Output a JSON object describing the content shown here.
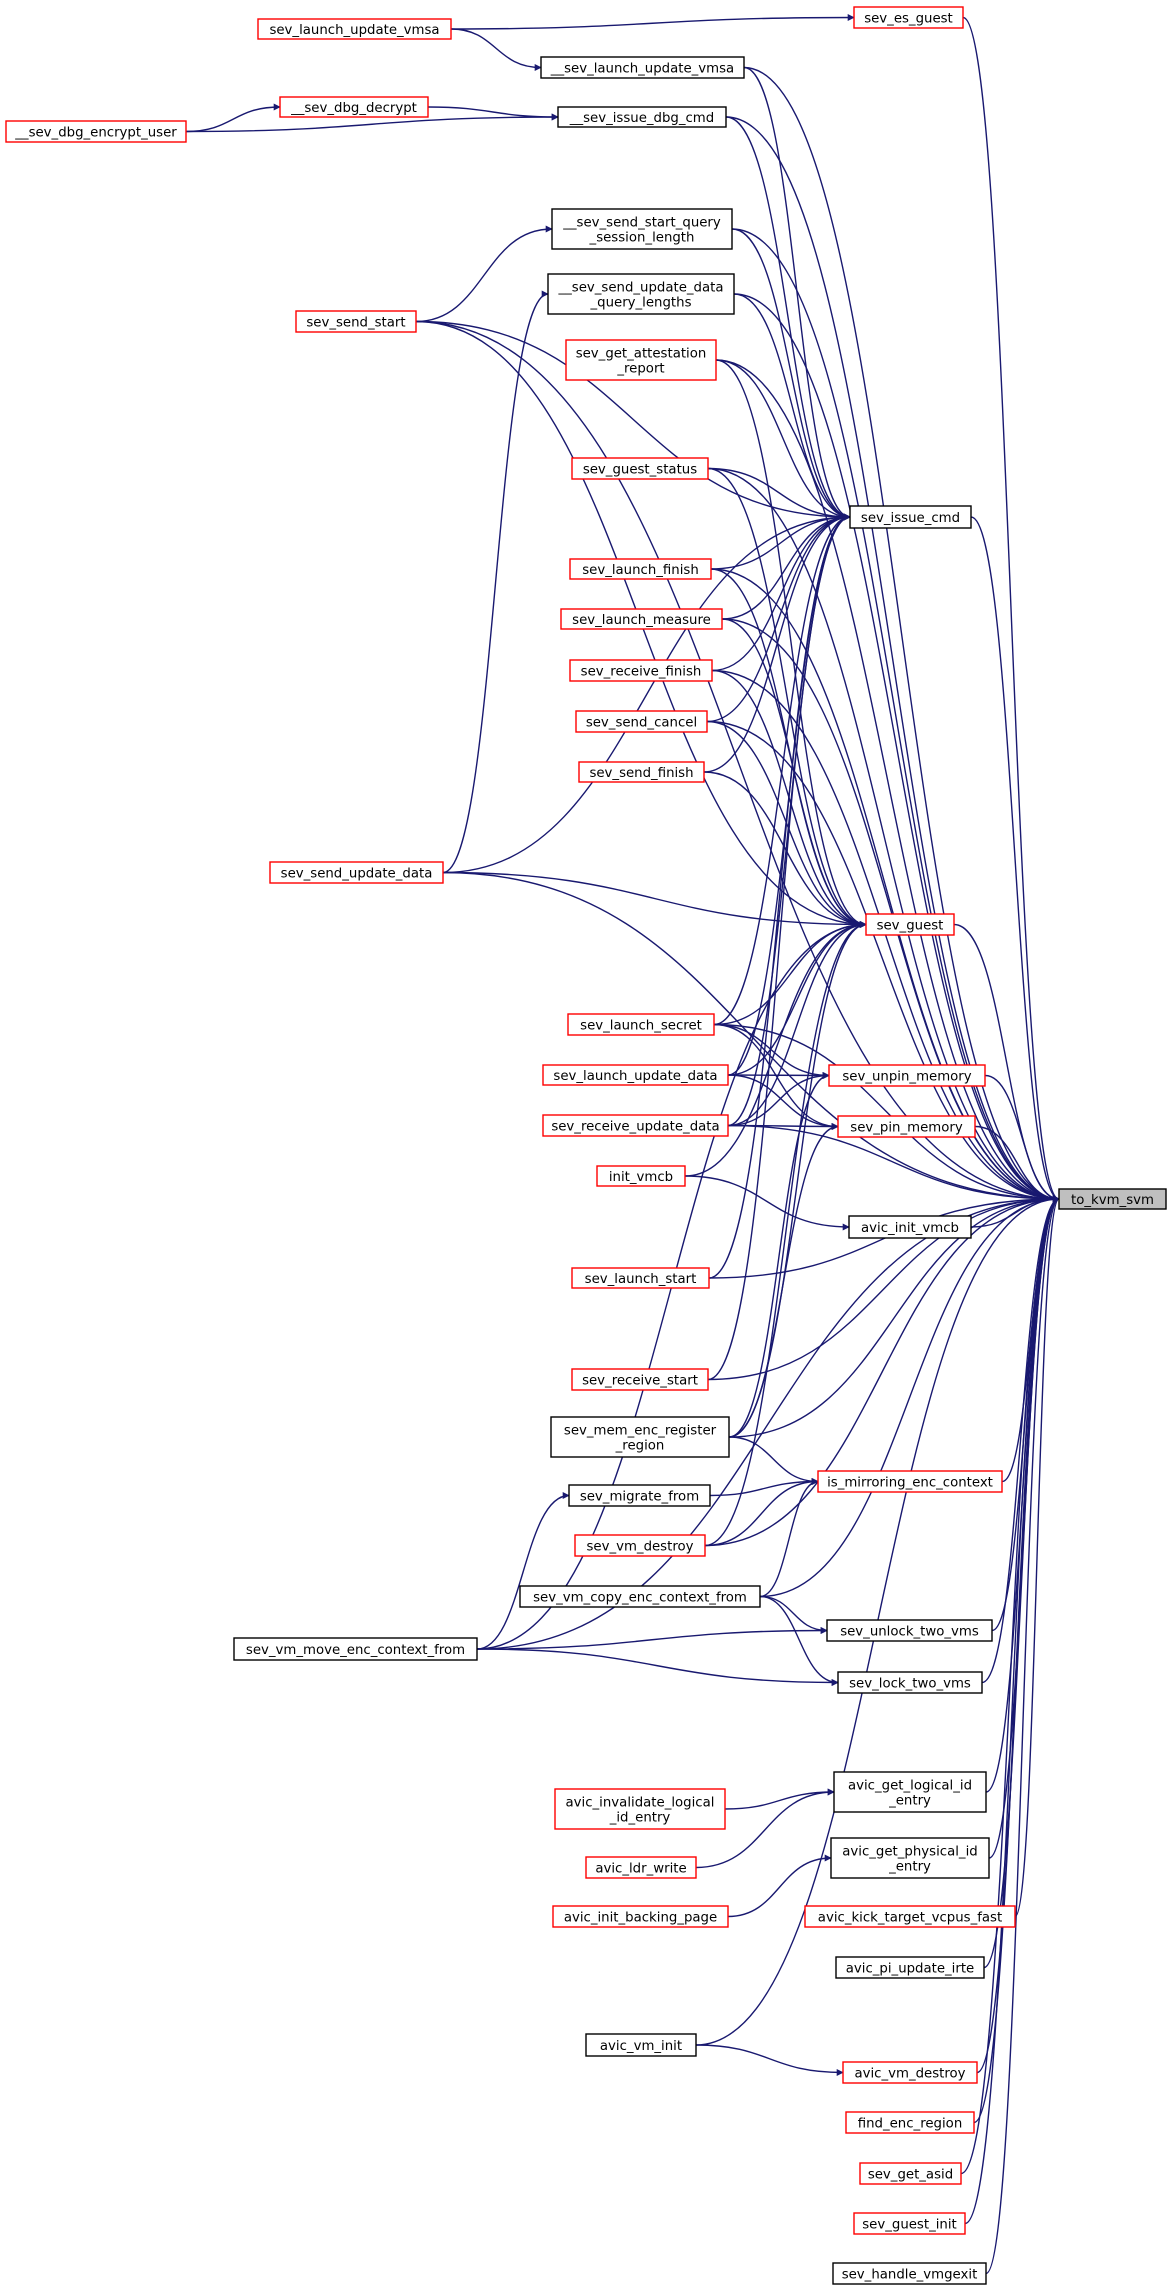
{
  "graph": {
    "title": "",
    "colors": {
      "edge": "#191970",
      "red_border": "#ff0000",
      "black_border": "#000000",
      "root_fill": "#bfbfbf"
    },
    "nodes": [
      {
        "id": "to_kvm_svm",
        "label": [
          "to_kvm_svm"
        ],
        "border": "root"
      },
      {
        "id": "sev_launch_update_vmsa",
        "label": [
          "sev_launch_update_vmsa"
        ],
        "border": "red"
      },
      {
        "id": "sev_es_guest",
        "label": [
          "sev_es_guest"
        ],
        "border": "red"
      },
      {
        "id": "__sev_launch_update_vmsa",
        "label": [
          "__sev_launch_update_vmsa"
        ],
        "border": "black"
      },
      {
        "id": "__sev_dbg_decrypt",
        "label": [
          "__sev_dbg_decrypt"
        ],
        "border": "red"
      },
      {
        "id": "__sev_dbg_encrypt_user",
        "label": [
          "__sev_dbg_encrypt_user"
        ],
        "border": "red"
      },
      {
        "id": "__sev_issue_dbg_cmd",
        "label": [
          "__sev_issue_dbg_cmd"
        ],
        "border": "black"
      },
      {
        "id": "__sev_send_start_query_session_length",
        "label": [
          "__sev_send_start_query",
          "_session_length"
        ],
        "border": "black"
      },
      {
        "id": "__sev_send_update_data_query_lengths",
        "label": [
          "__sev_send_update_data",
          "_query_lengths"
        ],
        "border": "black"
      },
      {
        "id": "sev_send_start",
        "label": [
          "sev_send_start"
        ],
        "border": "red"
      },
      {
        "id": "sev_get_attestation_report",
        "label": [
          "sev_get_attestation",
          "_report"
        ],
        "border": "red"
      },
      {
        "id": "sev_guest_status",
        "label": [
          "sev_guest_status"
        ],
        "border": "red"
      },
      {
        "id": "sev_issue_cmd",
        "label": [
          "sev_issue_cmd"
        ],
        "border": "black"
      },
      {
        "id": "sev_launch_finish",
        "label": [
          "sev_launch_finish"
        ],
        "border": "red"
      },
      {
        "id": "sev_launch_measure",
        "label": [
          "sev_launch_measure"
        ],
        "border": "red"
      },
      {
        "id": "sev_receive_finish",
        "label": [
          "sev_receive_finish"
        ],
        "border": "red"
      },
      {
        "id": "sev_send_cancel",
        "label": [
          "sev_send_cancel"
        ],
        "border": "red"
      },
      {
        "id": "sev_send_finish",
        "label": [
          "sev_send_finish"
        ],
        "border": "red"
      },
      {
        "id": "sev_send_update_data",
        "label": [
          "sev_send_update_data"
        ],
        "border": "red"
      },
      {
        "id": "sev_guest",
        "label": [
          "sev_guest"
        ],
        "border": "red"
      },
      {
        "id": "sev_launch_secret",
        "label": [
          "sev_launch_secret"
        ],
        "border": "red"
      },
      {
        "id": "sev_unpin_memory",
        "label": [
          "sev_unpin_memory"
        ],
        "border": "red"
      },
      {
        "id": "sev_launch_update_data",
        "label": [
          "sev_launch_update_data"
        ],
        "border": "red"
      },
      {
        "id": "sev_pin_memory",
        "label": [
          "sev_pin_memory"
        ],
        "border": "red"
      },
      {
        "id": "sev_receive_update_data",
        "label": [
          "sev_receive_update_data"
        ],
        "border": "red"
      },
      {
        "id": "init_vmcb",
        "label": [
          "init_vmcb"
        ],
        "border": "red"
      },
      {
        "id": "avic_init_vmcb",
        "label": [
          "avic_init_vmcb"
        ],
        "border": "black"
      },
      {
        "id": "sev_launch_start",
        "label": [
          "sev_launch_start"
        ],
        "border": "red"
      },
      {
        "id": "sev_receive_start",
        "label": [
          "sev_receive_start"
        ],
        "border": "red"
      },
      {
        "id": "sev_mem_enc_register_region",
        "label": [
          "sev_mem_enc_register",
          "_region"
        ],
        "border": "black"
      },
      {
        "id": "is_mirroring_enc_context",
        "label": [
          "is_mirroring_enc_context"
        ],
        "border": "red"
      },
      {
        "id": "sev_migrate_from",
        "label": [
          "sev_migrate_from"
        ],
        "border": "black"
      },
      {
        "id": "sev_vm_destroy",
        "label": [
          "sev_vm_destroy"
        ],
        "border": "red"
      },
      {
        "id": "sev_vm_copy_enc_context_from",
        "label": [
          "sev_vm_copy_enc_context_from"
        ],
        "border": "black"
      },
      {
        "id": "sev_unlock_two_vms",
        "label": [
          "sev_unlock_two_vms"
        ],
        "border": "black"
      },
      {
        "id": "sev_vm_move_enc_context_from",
        "label": [
          "sev_vm_move_enc_context_from"
        ],
        "border": "black"
      },
      {
        "id": "sev_lock_two_vms",
        "label": [
          "sev_lock_two_vms"
        ],
        "border": "black"
      },
      {
        "id": "avic_get_logical_id_entry",
        "label": [
          "avic_get_logical_id",
          "_entry"
        ],
        "border": "black"
      },
      {
        "id": "avic_invalidate_logical_id_entry",
        "label": [
          "avic_invalidate_logical",
          "_id_entry"
        ],
        "border": "red"
      },
      {
        "id": "avic_ldr_write",
        "label": [
          "avic_ldr_write"
        ],
        "border": "red"
      },
      {
        "id": "avic_get_physical_id_entry",
        "label": [
          "avic_get_physical_id",
          "_entry"
        ],
        "border": "black"
      },
      {
        "id": "avic_init_backing_page",
        "label": [
          "avic_init_backing_page"
        ],
        "border": "red"
      },
      {
        "id": "avic_kick_target_vcpus_fast",
        "label": [
          "avic_kick_target_vcpus_fast"
        ],
        "border": "red"
      },
      {
        "id": "avic_pi_update_irte",
        "label": [
          "avic_pi_update_irte"
        ],
        "border": "black"
      },
      {
        "id": "avic_vm_init",
        "label": [
          "avic_vm_init"
        ],
        "border": "black"
      },
      {
        "id": "avic_vm_destroy",
        "label": [
          "avic_vm_destroy"
        ],
        "border": "red"
      },
      {
        "id": "find_enc_region",
        "label": [
          "find_enc_region"
        ],
        "border": "red"
      },
      {
        "id": "sev_get_asid",
        "label": [
          "sev_get_asid"
        ],
        "border": "red"
      },
      {
        "id": "sev_guest_init",
        "label": [
          "sev_guest_init"
        ],
        "border": "red"
      },
      {
        "id": "sev_handle_vmgexit",
        "label": [
          "sev_handle_vmgexit"
        ],
        "border": "black"
      }
    ],
    "edges": [
      [
        "sev_launch_update_vmsa",
        "sev_es_guest"
      ],
      [
        "sev_launch_update_vmsa",
        "__sev_launch_update_vmsa"
      ],
      [
        "__sev_dbg_encrypt_user",
        "__sev_dbg_decrypt"
      ],
      [
        "__sev_dbg_encrypt_user",
        "__sev_issue_dbg_cmd"
      ],
      [
        "__sev_dbg_decrypt",
        "__sev_issue_dbg_cmd"
      ],
      [
        "sev_send_start",
        "__sev_send_start_query_session_length"
      ],
      [
        "sev_send_update_data",
        "__sev_send_update_data_query_lengths"
      ],
      [
        "__sev_launch_update_vmsa",
        "sev_issue_cmd"
      ],
      [
        "__sev_issue_dbg_cmd",
        "sev_issue_cmd"
      ],
      [
        "__sev_send_start_query_session_length",
        "sev_issue_cmd"
      ],
      [
        "__sev_send_update_data_query_lengths",
        "sev_issue_cmd"
      ],
      [
        "sev_send_start",
        "sev_issue_cmd"
      ],
      [
        "sev_get_attestation_report",
        "sev_issue_cmd"
      ],
      [
        "sev_guest_status",
        "sev_issue_cmd"
      ],
      [
        "sev_launch_finish",
        "sev_issue_cmd"
      ],
      [
        "sev_launch_measure",
        "sev_issue_cmd"
      ],
      [
        "sev_receive_finish",
        "sev_issue_cmd"
      ],
      [
        "sev_send_cancel",
        "sev_issue_cmd"
      ],
      [
        "sev_send_finish",
        "sev_issue_cmd"
      ],
      [
        "sev_send_update_data",
        "sev_issue_cmd"
      ],
      [
        "sev_launch_secret",
        "sev_issue_cmd"
      ],
      [
        "sev_launch_update_data",
        "sev_issue_cmd"
      ],
      [
        "sev_receive_update_data",
        "sev_issue_cmd"
      ],
      [
        "sev_launch_start",
        "sev_issue_cmd"
      ],
      [
        "sev_receive_start",
        "sev_issue_cmd"
      ],
      [
        "sev_send_start",
        "sev_guest"
      ],
      [
        "sev_get_attestation_report",
        "sev_guest"
      ],
      [
        "sev_guest_status",
        "sev_guest"
      ],
      [
        "sev_launch_finish",
        "sev_guest"
      ],
      [
        "sev_launch_measure",
        "sev_guest"
      ],
      [
        "sev_receive_finish",
        "sev_guest"
      ],
      [
        "sev_send_cancel",
        "sev_guest"
      ],
      [
        "sev_send_finish",
        "sev_guest"
      ],
      [
        "sev_send_update_data",
        "sev_guest"
      ],
      [
        "sev_launch_secret",
        "sev_guest"
      ],
      [
        "sev_launch_update_data",
        "sev_guest"
      ],
      [
        "sev_receive_update_data",
        "sev_guest"
      ],
      [
        "init_vmcb",
        "sev_guest"
      ],
      [
        "sev_mem_enc_register_region",
        "sev_guest"
      ],
      [
        "sev_vm_destroy",
        "sev_guest"
      ],
      [
        "sev_vm_move_enc_context_from",
        "sev_guest"
      ],
      [
        "sev_launch_secret",
        "sev_unpin_memory"
      ],
      [
        "sev_launch_update_data",
        "sev_unpin_memory"
      ],
      [
        "sev_receive_update_data",
        "sev_unpin_memory"
      ],
      [
        "sev_mem_enc_register_region",
        "sev_unpin_memory"
      ],
      [
        "sev_launch_secret",
        "sev_pin_memory"
      ],
      [
        "sev_launch_update_data",
        "sev_pin_memory"
      ],
      [
        "sev_receive_update_data",
        "sev_pin_memory"
      ],
      [
        "sev_mem_enc_register_region",
        "sev_pin_memory"
      ],
      [
        "init_vmcb",
        "avic_init_vmcb"
      ],
      [
        "sev_mem_enc_register_region",
        "is_mirroring_enc_context"
      ],
      [
        "sev_migrate_from",
        "is_mirroring_enc_context"
      ],
      [
        "sev_vm_destroy",
        "is_mirroring_enc_context"
      ],
      [
        "sev_vm_copy_enc_context_from",
        "is_mirroring_enc_context"
      ],
      [
        "sev_vm_move_enc_context_from",
        "sev_migrate_from"
      ],
      [
        "sev_vm_copy_enc_context_from",
        "sev_unlock_two_vms"
      ],
      [
        "sev_vm_move_enc_context_from",
        "sev_unlock_two_vms"
      ],
      [
        "sev_vm_copy_enc_context_from",
        "sev_lock_two_vms"
      ],
      [
        "sev_vm_move_enc_context_from",
        "sev_lock_two_vms"
      ],
      [
        "avic_invalidate_logical_id_entry",
        "avic_get_logical_id_entry"
      ],
      [
        "avic_ldr_write",
        "avic_get_logical_id_entry"
      ],
      [
        "avic_init_backing_page",
        "avic_get_physical_id_entry"
      ],
      [
        "avic_vm_init",
        "avic_vm_destroy"
      ],
      [
        "sev_es_guest",
        "to_kvm_svm"
      ],
      [
        "__sev_launch_update_vmsa",
        "to_kvm_svm"
      ],
      [
        "__sev_issue_dbg_cmd",
        "to_kvm_svm"
      ],
      [
        "sev_send_start",
        "to_kvm_svm"
      ],
      [
        "__sev_send_update_data_query_lengths",
        "to_kvm_svm"
      ],
      [
        "__sev_send_start_query_session_length",
        "to_kvm_svm"
      ],
      [
        "sev_get_attestation_report",
        "to_kvm_svm"
      ],
      [
        "sev_guest_status",
        "to_kvm_svm"
      ],
      [
        "sev_issue_cmd",
        "to_kvm_svm"
      ],
      [
        "sev_launch_finish",
        "to_kvm_svm"
      ],
      [
        "sev_launch_measure",
        "to_kvm_svm"
      ],
      [
        "sev_receive_finish",
        "to_kvm_svm"
      ],
      [
        "sev_send_cancel",
        "to_kvm_svm"
      ],
      [
        "sev_send_update_data",
        "to_kvm_svm"
      ],
      [
        "sev_guest",
        "to_kvm_svm"
      ],
      [
        "sev_launch_secret",
        "to_kvm_svm"
      ],
      [
        "sev_unpin_memory",
        "to_kvm_svm"
      ],
      [
        "sev_pin_memory",
        "to_kvm_svm"
      ],
      [
        "sev_receive_update_data",
        "to_kvm_svm"
      ],
      [
        "avic_init_vmcb",
        "to_kvm_svm"
      ],
      [
        "sev_launch_start",
        "to_kvm_svm"
      ],
      [
        "sev_receive_start",
        "to_kvm_svm"
      ],
      [
        "sev_mem_enc_register_region",
        "to_kvm_svm"
      ],
      [
        "is_mirroring_enc_context",
        "to_kvm_svm"
      ],
      [
        "sev_vm_destroy",
        "to_kvm_svm"
      ],
      [
        "sev_vm_copy_enc_context_from",
        "to_kvm_svm"
      ],
      [
        "sev_unlock_two_vms",
        "to_kvm_svm"
      ],
      [
        "sev_lock_two_vms",
        "to_kvm_svm"
      ],
      [
        "sev_vm_move_enc_context_from",
        "to_kvm_svm"
      ],
      [
        "avic_get_logical_id_entry",
        "to_kvm_svm"
      ],
      [
        "avic_get_physical_id_entry",
        "to_kvm_svm"
      ],
      [
        "avic_kick_target_vcpus_fast",
        "to_kvm_svm"
      ],
      [
        "avic_pi_update_irte",
        "to_kvm_svm"
      ],
      [
        "avic_vm_init",
        "to_kvm_svm"
      ],
      [
        "avic_vm_destroy",
        "to_kvm_svm"
      ],
      [
        "find_enc_region",
        "to_kvm_svm"
      ],
      [
        "sev_get_asid",
        "to_kvm_svm"
      ],
      [
        "sev_guest_init",
        "to_kvm_svm"
      ],
      [
        "sev_handle_vmgexit",
        "to_kvm_svm"
      ]
    ]
  }
}
